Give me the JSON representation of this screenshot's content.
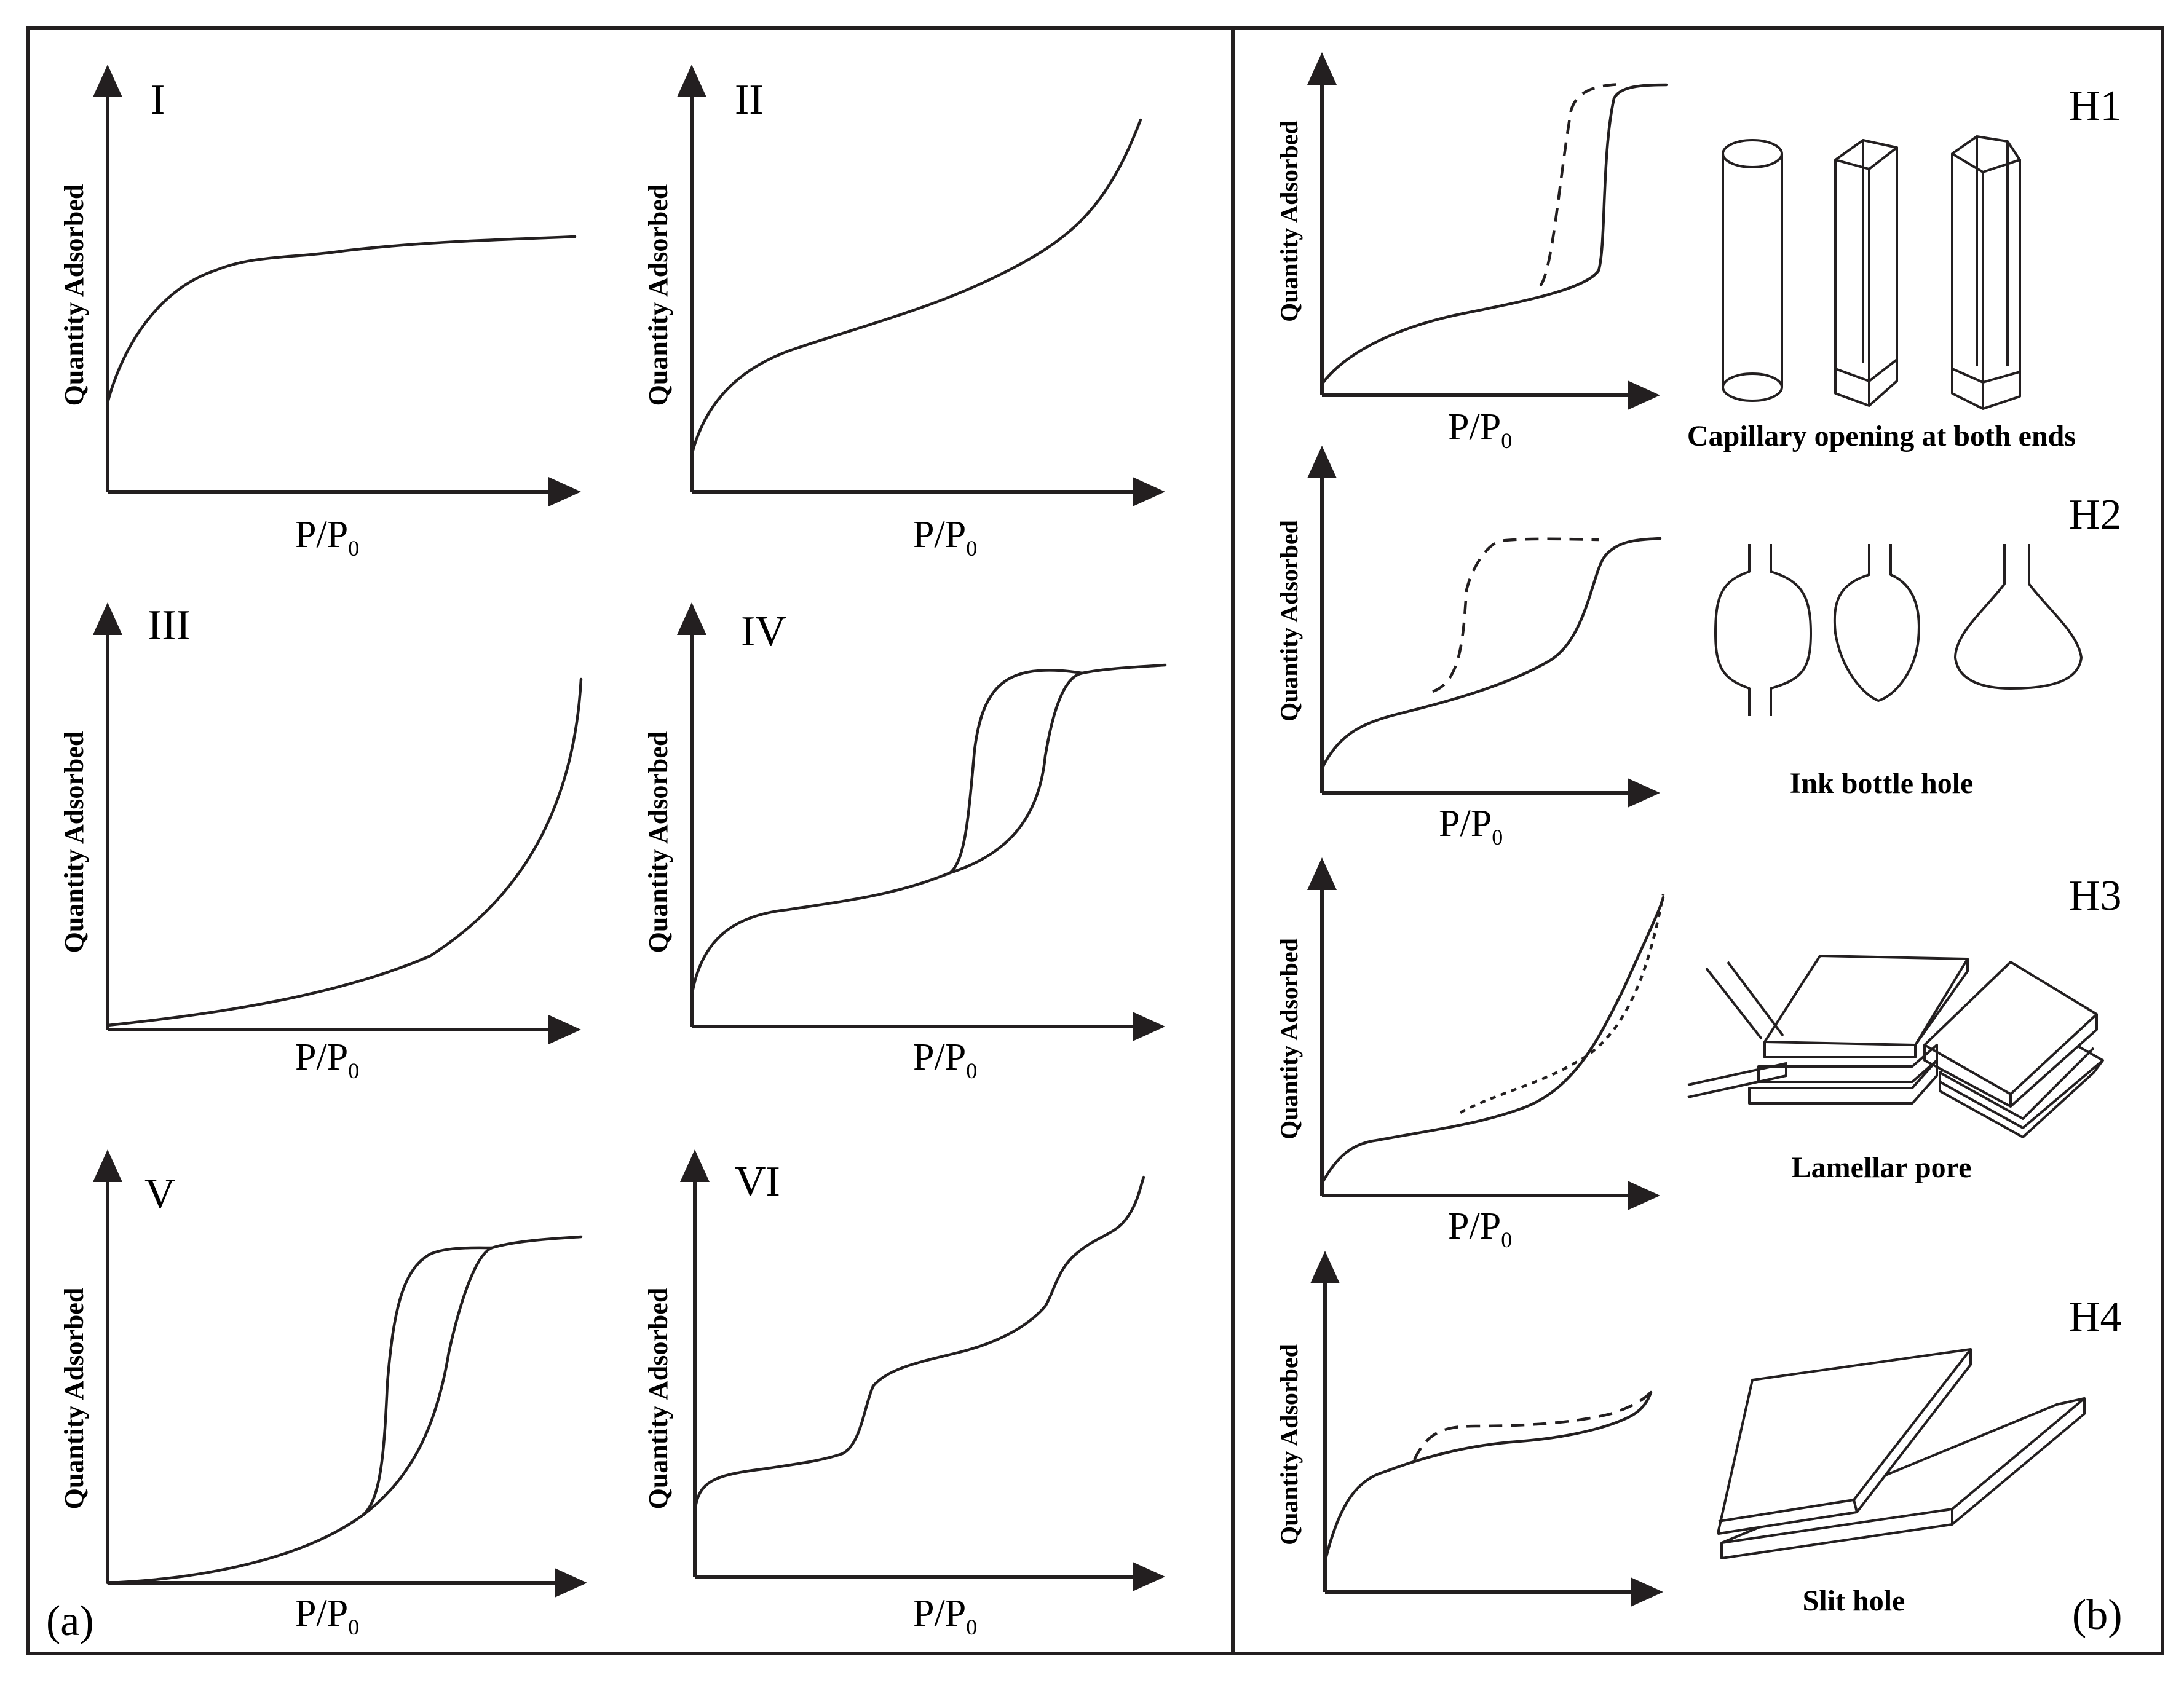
{
  "panel_a": {
    "label": "(a)",
    "y_axis_label": "Quantity Adsorbed",
    "x_axis_label_main": "P/P",
    "x_axis_label_sub": "0",
    "types": [
      {
        "name": "I"
      },
      {
        "name": "II"
      },
      {
        "name": "III"
      },
      {
        "name": "IV"
      },
      {
        "name": "V"
      },
      {
        "name": "VI"
      }
    ]
  },
  "panel_b": {
    "label": "(b)",
    "y_axis_label": "Quantity Adsorbed",
    "x_axis_label_main": "P/P",
    "x_axis_label_sub": "0",
    "hysteresis": [
      {
        "name": "H1",
        "pore": "Capillary opening at both ends"
      },
      {
        "name": "H2",
        "pore": "Ink bottle hole"
      },
      {
        "name": "H3",
        "pore": "Lamellar pore"
      },
      {
        "name": "H4",
        "pore": "Slit hole"
      }
    ]
  }
}
